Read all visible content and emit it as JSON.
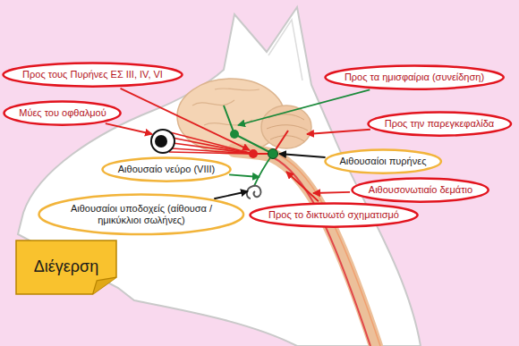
{
  "diagram": {
    "nodes": [
      {
        "text": [
          "Προς τους Πυρήνες ΕΣ III, IV, VI"
        ]
      },
      {
        "text": [
          "Προς τα ημισφαίρια (συνείδηση)"
        ]
      },
      {
        "text": [
          "Μύες του οφθαλμού"
        ]
      },
      {
        "text": [
          "Προς την παρεγκεφαλίδα"
        ]
      },
      {
        "text": [
          "Αιθουσαίοι πυρήνες"
        ]
      },
      {
        "text": [
          "Αιθουσαίο νεύρο (VIII)"
        ]
      },
      {
        "text": [
          "Αιθουσονωτιαίο δεμάτιο"
        ]
      },
      {
        "text": [
          "Αιθουσαίοι υποδοχείς (αίθουσα / ημικύκλιοι σωλήνες)"
        ]
      },
      {
        "text": [
          "Προς το δικτυωτό σχηματισμό"
        ]
      },
      {
        "text": [
          "Διέγερση"
        ]
      }
    ]
  }
}
